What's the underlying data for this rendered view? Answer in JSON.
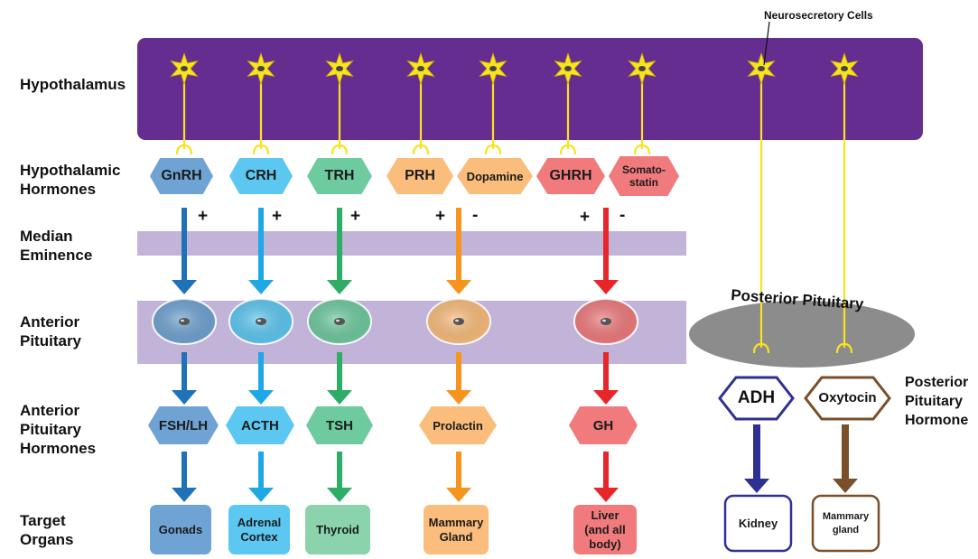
{
  "labels": {
    "neurosecretory": "Neurosecretory Cells",
    "posterior_pituitary": "Posterior Pituitary",
    "posterior_pituitary_hormone": "Posterior\nPituitary\nHormone"
  },
  "rows": {
    "hypothalamus": "Hypothalamus",
    "hypothalamic_hormones": "Hypothalamic\nHormones",
    "median_eminence": "Median\nEminence",
    "anterior_pituitary": "Anterior\nPituitary",
    "anterior_pituitary_hormones": "Anterior\nPituitary\nHormones",
    "target_organs": "Target\nOrgans"
  },
  "hypothalamic_hormones": [
    "GnRH",
    "CRH",
    "TRH",
    "PRH",
    "Dopamine",
    "GHRH",
    "Somato-\nstatin"
  ],
  "signs": [
    "+",
    "+",
    "+",
    "+",
    "-",
    "+",
    "-"
  ],
  "anterior_pituitary_hormones": [
    "FSH/LH",
    "ACTH",
    "TSH",
    "Prolactin",
    "GH"
  ],
  "target_organs": [
    "Gonads",
    "Adrenal\nCortex",
    "Thyroid",
    "Mammary\nGland",
    "Liver\n(and all\nbody)"
  ],
  "posterior_hormones": [
    "ADH",
    "Oxytocin"
  ],
  "posterior_targets": [
    "Kidney",
    "Mammary\ngland"
  ],
  "colors": {
    "hypothalamus": "#662d91",
    "band": "#c2b3d9",
    "neuron": "#f7e31f",
    "gonad_axis": "#1f72b8",
    "adrenal_axis": "#1ea8e6",
    "thyroid_axis": "#2fad66",
    "prolactin_axis": "#f7941d",
    "gh_axis": "#e8262a",
    "adh": "#2e3192",
    "oxytocin": "#7a4f2a",
    "posterior_pituitary": "#8c8c8c"
  }
}
